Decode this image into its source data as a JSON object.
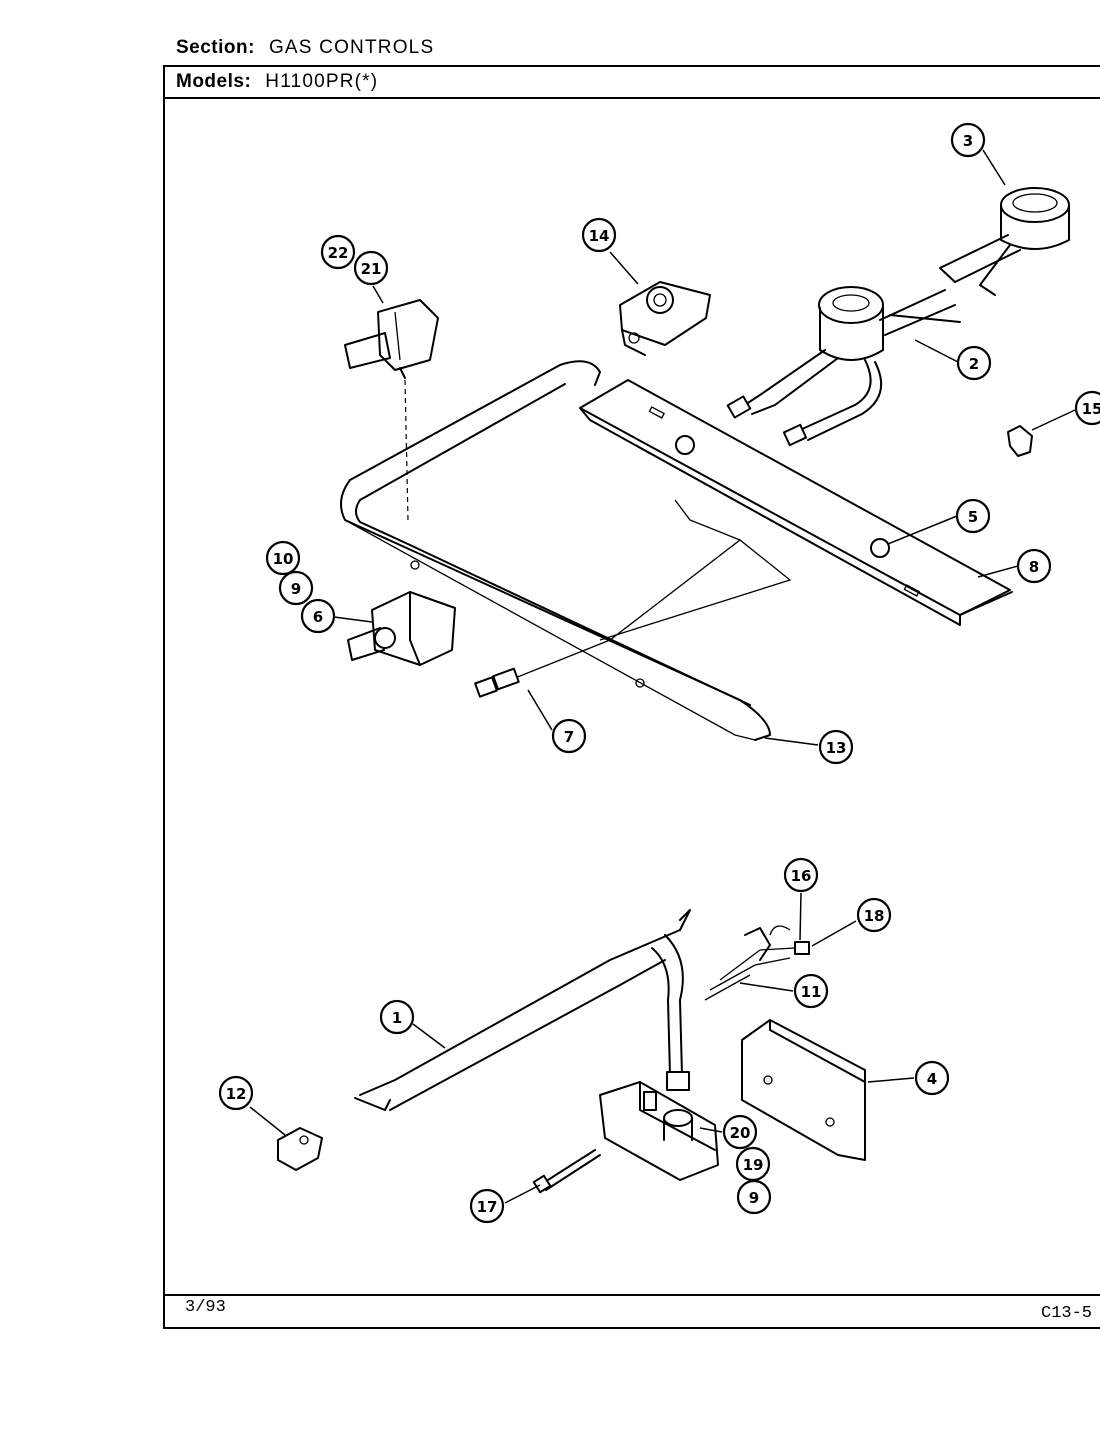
{
  "header": {
    "section_label": "Section:",
    "section_value": "GAS CONTROLS",
    "models_label": "Models:",
    "models_value": "H1100PR(*)"
  },
  "footer": {
    "date": "3/93",
    "page_ref": "C13-5"
  },
  "callouts": [
    "1",
    "2",
    "3",
    "4",
    "5",
    "6",
    "7",
    "8",
    "9",
    "10",
    "11",
    "12",
    "13",
    "14",
    "15",
    "16",
    "17",
    "18",
    "19",
    "20",
    "21",
    "22"
  ]
}
